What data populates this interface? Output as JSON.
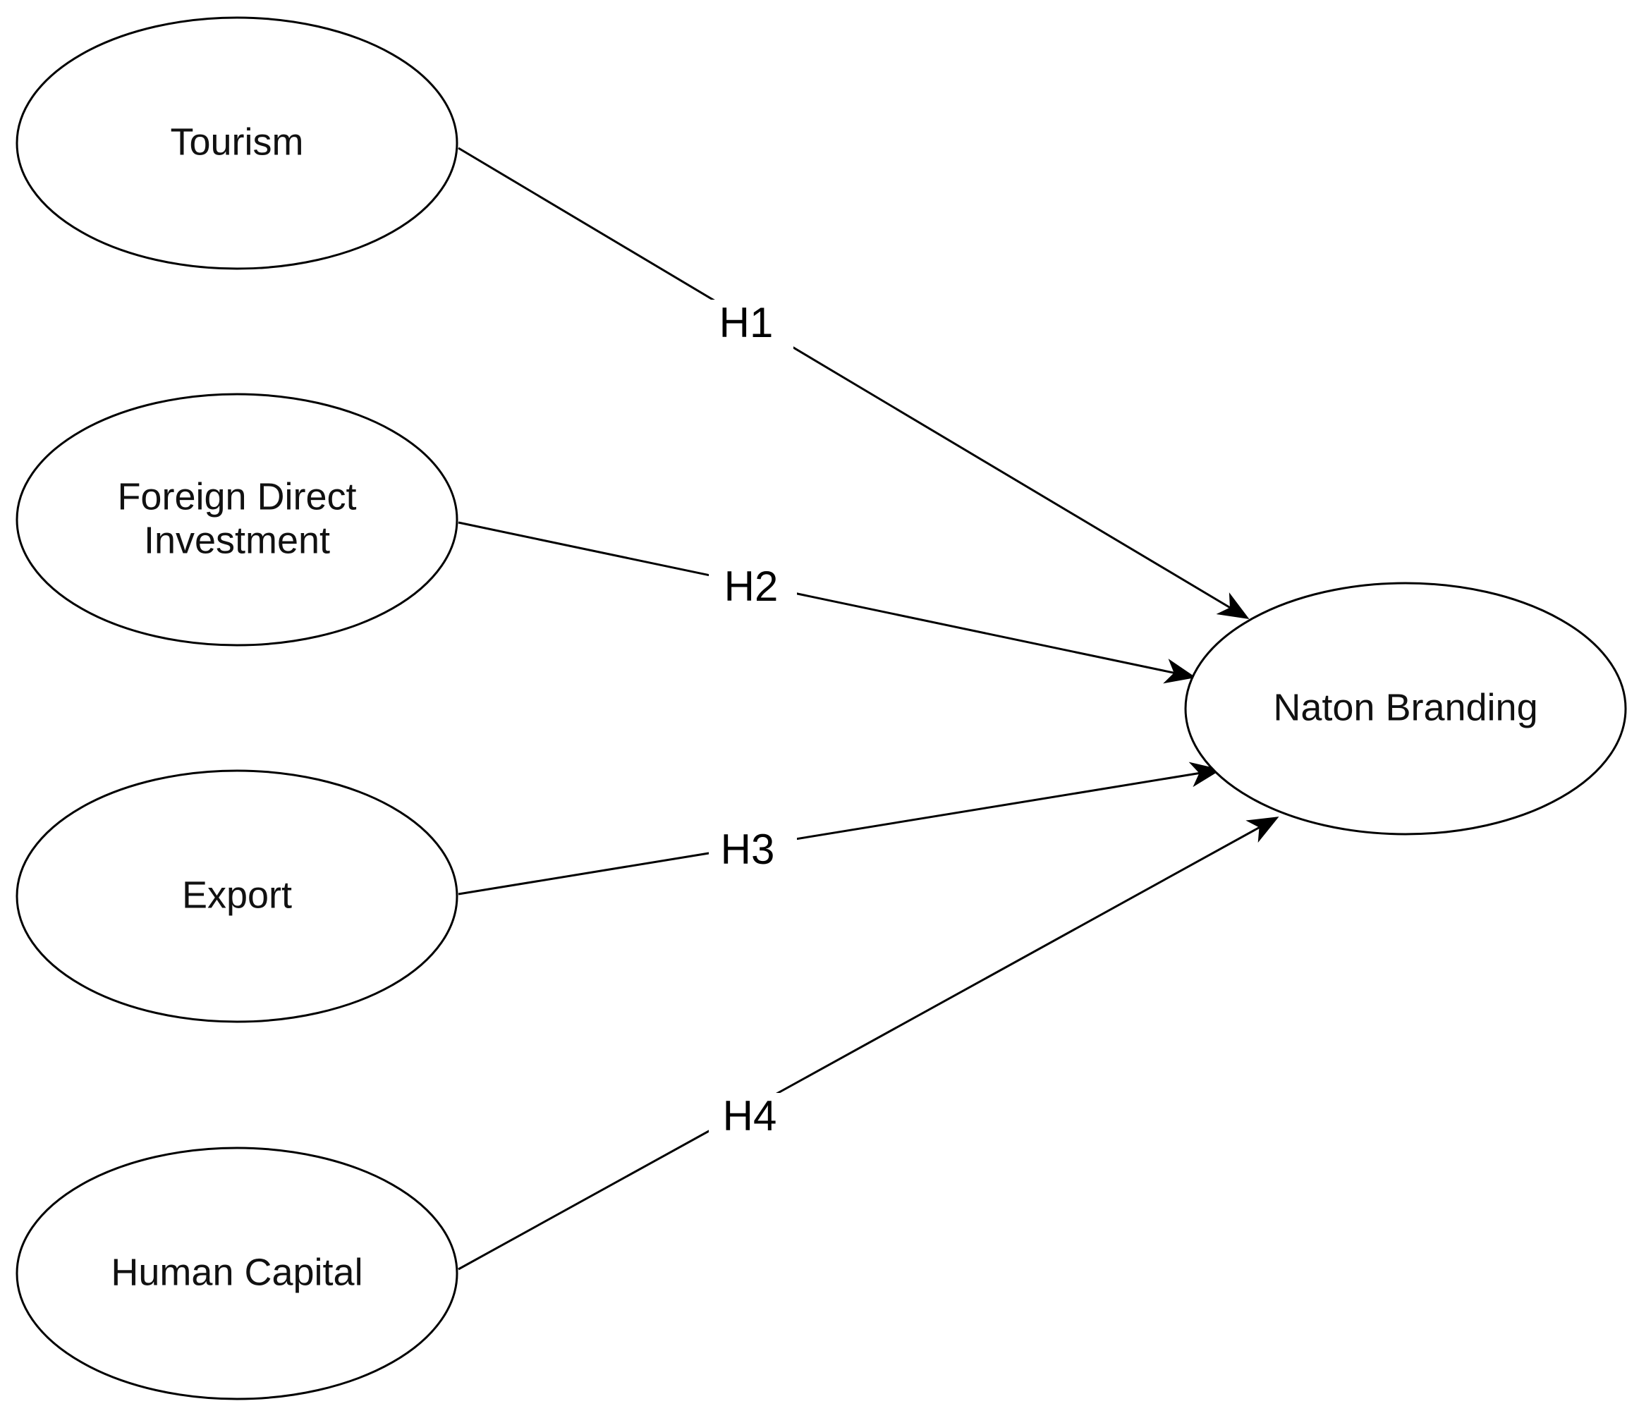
{
  "diagram": {
    "nodes": [
      {
        "id": "tourism",
        "lines": [
          "Tourism"
        ]
      },
      {
        "id": "fdi",
        "lines": [
          "Foreign Direct",
          "Investment"
        ]
      },
      {
        "id": "export",
        "lines": [
          "Export"
        ]
      },
      {
        "id": "human_capital",
        "lines": [
          "Human Capital"
        ]
      },
      {
        "id": "nation_branding",
        "lines": [
          "Naton Branding"
        ]
      }
    ],
    "edges": [
      {
        "from": "tourism",
        "to": "nation_branding",
        "label": "H1"
      },
      {
        "from": "fdi",
        "to": "nation_branding",
        "label": "H2"
      },
      {
        "from": "export",
        "to": "nation_branding",
        "label": "H3"
      },
      {
        "from": "human_capital",
        "to": "nation_branding",
        "label": "H4"
      }
    ]
  }
}
